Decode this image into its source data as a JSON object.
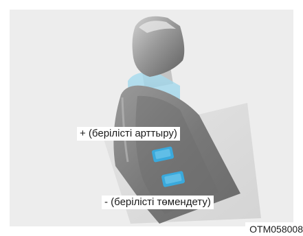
{
  "figure": {
    "upshift_label": "+ (берілісті арттыру)",
    "downshift_label": "- (берілісті төмендету)",
    "figure_code": "OTM058008"
  },
  "colors": {
    "panel_background": "#ededed",
    "knob_gray": "#8f8f8f",
    "boot_gray": "#777777",
    "highlight_blue": "#8fd0e8",
    "button_blue": "#3aa9dc"
  },
  "icons": {
    "plus_button": "shift-up-button-icon",
    "minus_button": "shift-down-button-icon"
  }
}
